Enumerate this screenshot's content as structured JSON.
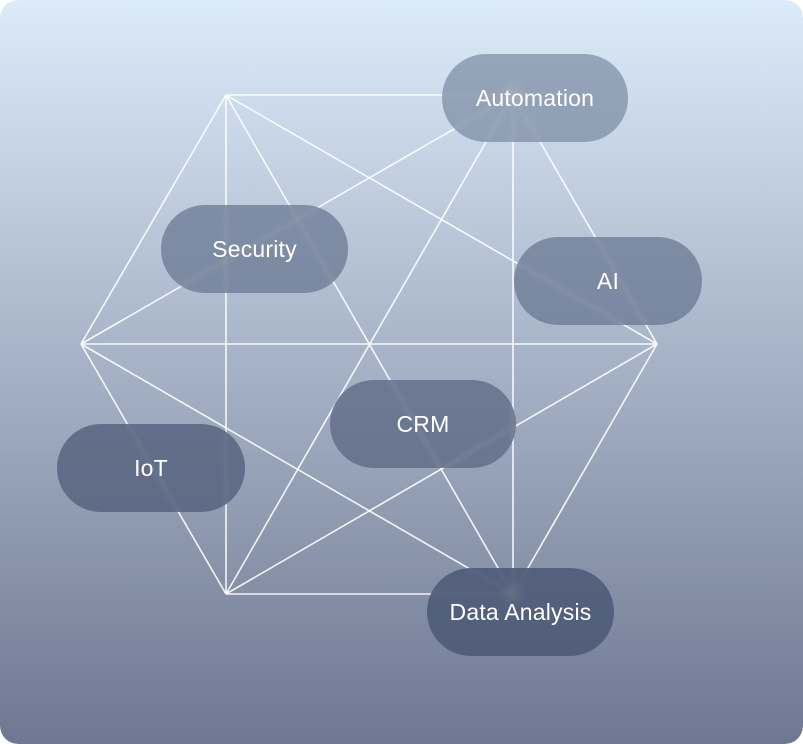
{
  "colors": {
    "background_top": "#dcebfa",
    "background_bottom": "#6e7891",
    "edge_color": "#ffffff"
  },
  "nodes": [
    {
      "id": "automation",
      "label": "Automation"
    },
    {
      "id": "security",
      "label": "Security"
    },
    {
      "id": "ai",
      "label": "AI"
    },
    {
      "id": "crm",
      "label": "CRM"
    },
    {
      "id": "iot",
      "label": "IoT"
    },
    {
      "id": "data-analysis",
      "label": "Data Analysis"
    }
  ],
  "edges": [
    [
      "top-left",
      "automation"
    ],
    [
      "top-left",
      "left"
    ],
    [
      "top-left",
      "bottom-left"
    ],
    [
      "top-left",
      "right"
    ],
    [
      "top-left",
      "data-analysis"
    ],
    [
      "automation",
      "left"
    ],
    [
      "automation",
      "bottom-left"
    ],
    [
      "automation",
      "right"
    ],
    [
      "automation",
      "data-analysis"
    ],
    [
      "left",
      "right"
    ],
    [
      "left",
      "bottom-left"
    ],
    [
      "left",
      "data-analysis"
    ],
    [
      "bottom-left",
      "right"
    ],
    [
      "bottom-left",
      "data-analysis"
    ],
    [
      "right",
      "data-analysis"
    ]
  ]
}
